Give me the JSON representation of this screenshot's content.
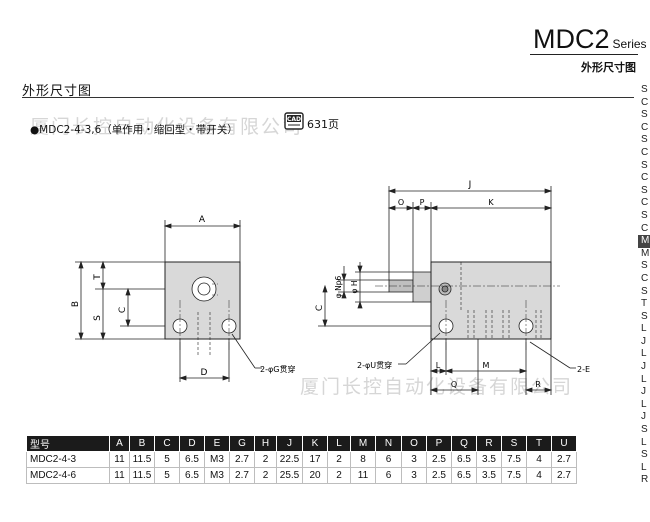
{
  "header": {
    "model": "MDC2",
    "series_suffix": "Series",
    "subtitle": "外形尺寸图"
  },
  "section_title": "外形尺寸图",
  "model_line": "MDC2-4-3,6（单作用・缩回型・带开关）",
  "cad": {
    "icon_text": "CAD",
    "page_text": "631页"
  },
  "watermark": "厦门长控自动化设备有限公司",
  "sidebar_letters": [
    "S",
    "C",
    "S",
    "C",
    "S",
    "C",
    "S",
    "C",
    "S",
    "C",
    "S",
    "C",
    "M",
    "M",
    "S",
    "C",
    "S",
    "T",
    "S",
    "L",
    "J",
    "L",
    "J",
    "L",
    "J",
    "L",
    "J",
    "S",
    "L",
    "S",
    "L",
    "R"
  ],
  "sidebar_highlight_index": 12,
  "front_view": {
    "labels": {
      "A": "A",
      "B": "B",
      "C": "C",
      "S": "S",
      "T": "T",
      "D": "D",
      "G_note": "2-φG贯穿"
    }
  },
  "side_view": {
    "labels": {
      "J": "J",
      "O": "O",
      "P": "P",
      "K": "K",
      "Np6": "φ Np6",
      "H": "φ H",
      "C": "C",
      "U_note": "2-φU贯穿",
      "E_note": "2-E",
      "L": "L",
      "M": "M",
      "Q": "Q",
      "R": "R"
    }
  },
  "table": {
    "headers": [
      "型号",
      "A",
      "B",
      "C",
      "D",
      "E",
      "G",
      "H",
      "J",
      "K",
      "L",
      "M",
      "N",
      "O",
      "P",
      "Q",
      "R",
      "S",
      "T",
      "U"
    ],
    "rows": [
      [
        "MDC2-4-3",
        "11",
        "11.5",
        "5",
        "6.5",
        "M3",
        "2.7",
        "2",
        "22.5",
        "17",
        "2",
        "8",
        "6",
        "3",
        "2.5",
        "6.5",
        "3.5",
        "7.5",
        "4",
        "2.7"
      ],
      [
        "MDC2-4-6",
        "11",
        "11.5",
        "5",
        "6.5",
        "M3",
        "2.7",
        "2",
        "25.5",
        "20",
        "2",
        "11",
        "6",
        "3",
        "2.5",
        "6.5",
        "3.5",
        "7.5",
        "4",
        "2.7"
      ]
    ]
  }
}
